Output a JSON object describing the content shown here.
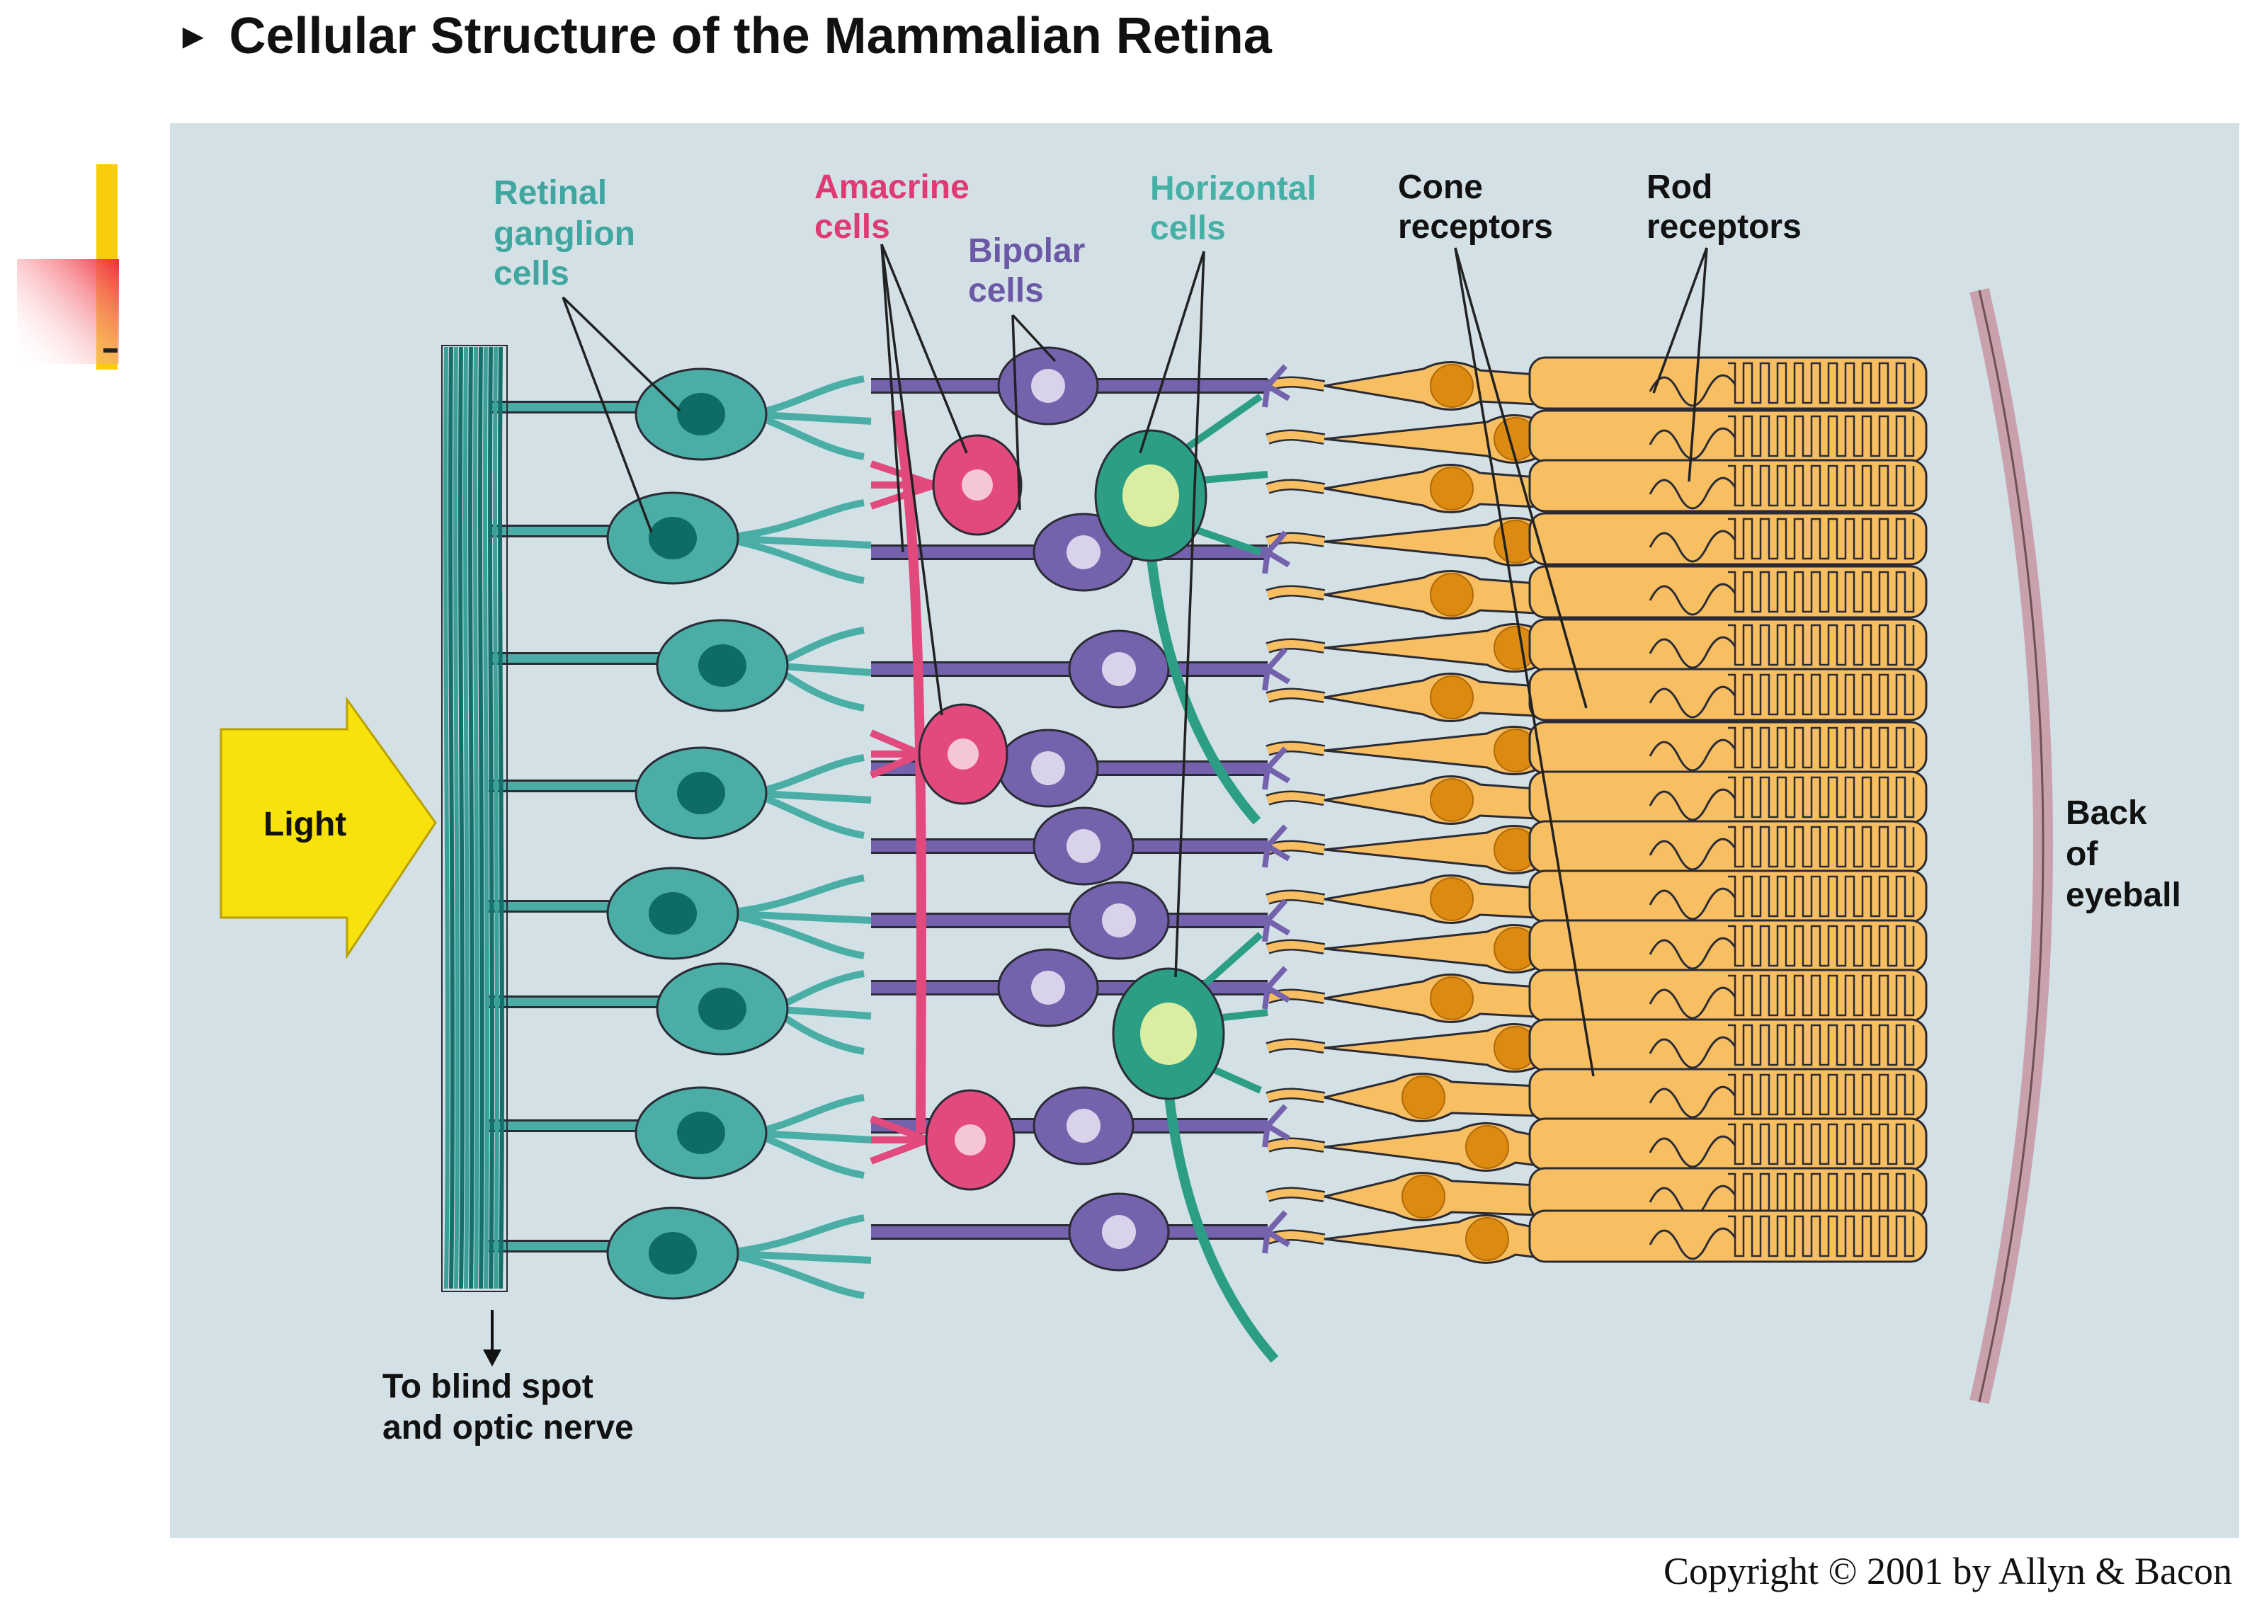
{
  "title": "Cellular Structure of the Mammalian Retina",
  "labels": {
    "ganglion": [
      "Retinal",
      "ganglion",
      "cells"
    ],
    "amacrine": [
      "Amacrine",
      "cells"
    ],
    "bipolar": [
      "Bipolar",
      "cells"
    ],
    "horizontal": [
      "Horizontal",
      "cells"
    ],
    "cone": [
      "Cone",
      "receptors"
    ],
    "rod": [
      "Rod",
      "receptors"
    ],
    "light": "Light",
    "back": [
      "Back",
      "of",
      "eyeball"
    ],
    "nerve": [
      "To blind spot",
      "and optic nerve"
    ]
  },
  "copyright": "Copyright © 2001 by Allyn & Bacon",
  "colors": {
    "background_panel": "#d3e1e6",
    "ganglion": "#4aaea6",
    "ganglion_nucleus": "#0e6b66",
    "amacrine": "#e2497d",
    "bipolar": "#7462ac",
    "bipolar_nucleus": "#d8d2ea",
    "horizontal": "#2d9e86",
    "horizontal_nucleus": "#d9eea0",
    "photoreceptor": "#f7be62",
    "photoreceptor_nucleus": "#dc8a10",
    "light_arrow": "#f8e20c",
    "eyeball_wall": "#c9a1ac"
  }
}
